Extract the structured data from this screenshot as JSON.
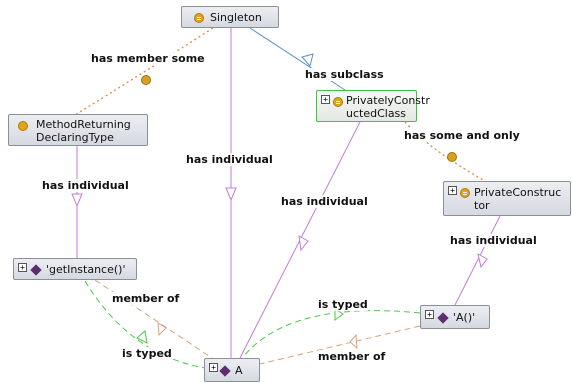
{
  "nodes": {
    "singleton": {
      "label": "Singleton",
      "icon": "class-icon"
    },
    "method_returning": {
      "label_line1": "MethodReturning",
      "label_line2": "DeclaringType",
      "icon": "class-icon"
    },
    "privately_constructed": {
      "label_line1": "PrivatelyConstr",
      "label_line2": "uctedClass",
      "icon": "class-icon",
      "expander": "+"
    },
    "private_constructor": {
      "label_line1": "PrivateConstruc",
      "label_line2": "tor",
      "icon": "class-icon",
      "expander": "+"
    },
    "get_instance": {
      "label": "'getInstance()'",
      "icon": "individual-icon",
      "expander": "+"
    },
    "a_ctor": {
      "label": "'A()'",
      "icon": "individual-icon",
      "expander": "+"
    },
    "a": {
      "label": "A",
      "icon": "individual-icon",
      "expander": "+"
    }
  },
  "edges": {
    "has_member_some": "has member some",
    "has_subclass": "has subclass",
    "has_individual": "has individual",
    "has_some_and_only": "has some and only",
    "member_of": "member of",
    "is_typed": "is typed"
  },
  "colors": {
    "has_individual": "#c27bd8",
    "has_subclass": "#5c8fbf",
    "restriction": "#e08a3c",
    "member_of": "#d9a27a",
    "is_typed": "#4cc94c"
  }
}
